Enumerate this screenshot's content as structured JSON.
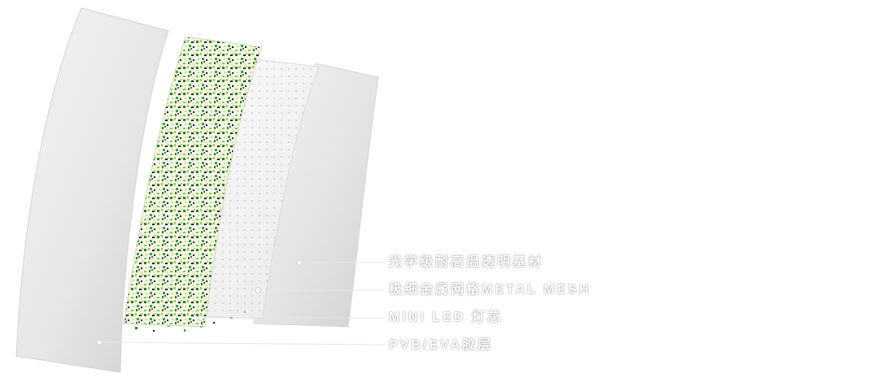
{
  "diagram": {
    "title": "transparent-led-film-layer-structure",
    "labels": [
      {
        "id": "substrate",
        "text": "光学级耐高温透明基材"
      },
      {
        "id": "metal-mesh",
        "text": "极细金属网格METAL MESH"
      },
      {
        "id": "mini-led",
        "text": "MINI LED 灯芯"
      },
      {
        "id": "pvb-eva",
        "text": "PVB/EVA胶层"
      }
    ],
    "layers": [
      {
        "id": "pvb-eva-layer",
        "name": "PVB/EVA胶层"
      },
      {
        "id": "mini-led-layer",
        "name": "MINI LED 灯芯"
      },
      {
        "id": "metal-mesh-layer",
        "name": "极细金属网格METAL MESH"
      },
      {
        "id": "substrate-layer",
        "name": "光学级耐高温透明基材"
      }
    ],
    "colors": {
      "sheet_light": "#f2f2f2",
      "sheet_dark": "#d5d5d5",
      "speckle_green": "#2e7d1e",
      "speckle_yellow_green": "#9acd32",
      "speckle_black": "#1a1a1a",
      "speckle_pale": "#dfeaa0",
      "label_text": "#ffffff"
    }
  }
}
